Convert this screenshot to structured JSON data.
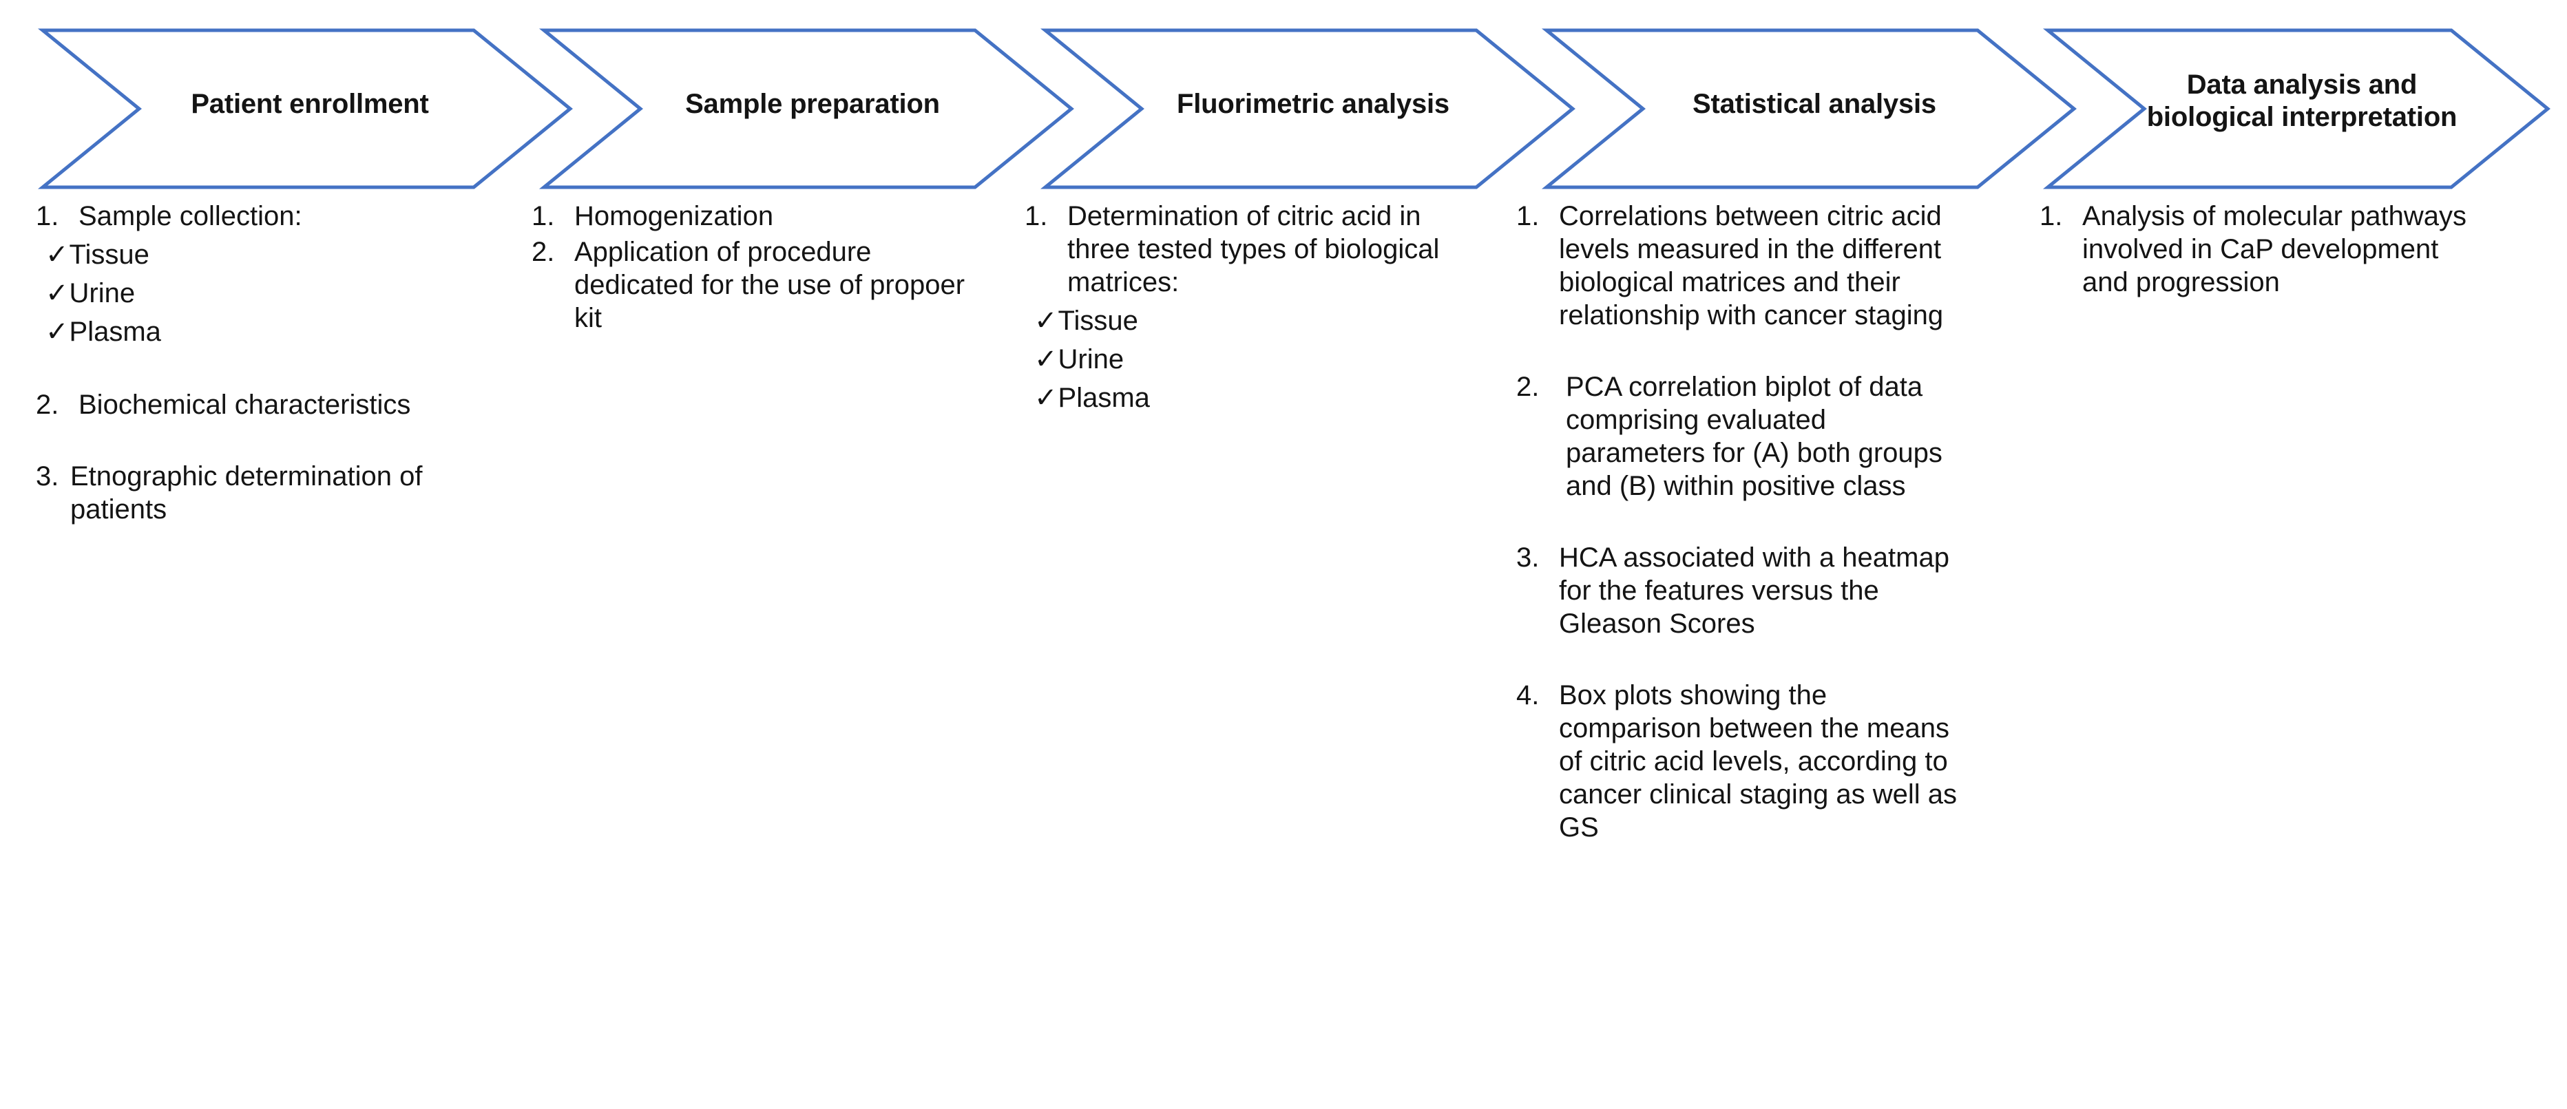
{
  "theme": {
    "accent_blue": "#4472C4",
    "text_color": "#141414",
    "background": "#ffffff"
  },
  "stages": [
    {
      "title": "Patient enrollment",
      "title_lines": [
        "Patient enrollment"
      ],
      "items": [
        {
          "num": "1.",
          "text": "Sample collection:"
        },
        {
          "num": "2.",
          "text": "Biochemical characteristics"
        },
        {
          "num": "3.",
          "text": "Etnographic determination of patients"
        }
      ],
      "checks": [
        "Tissue",
        "Urine",
        "Plasma"
      ]
    },
    {
      "title": "Sample preparation",
      "title_lines": [
        "Sample preparation"
      ],
      "items": [
        {
          "num": "1.",
          "text": "Homogenization"
        },
        {
          "num": "2.",
          "text": "Application of procedure dedicated for the use of propoer kit"
        }
      ],
      "checks": []
    },
    {
      "title": "Fluorimetric analysis",
      "title_lines": [
        "Fluorimetric analysis"
      ],
      "items": [
        {
          "num": "1.",
          "text": "Determination of citric acid in three tested types of biological matrices:"
        }
      ],
      "checks": [
        "Tissue",
        "Urine",
        "Plasma"
      ]
    },
    {
      "title": "Statistical analysis",
      "title_lines": [
        "Statistical analysis"
      ],
      "items": [
        {
          "num": "1.",
          "text": "Correlations between citric acid levels measured in the different biological matrices and their relationship with cancer staging"
        },
        {
          "num": "2.",
          "text": "PCA correlation biplot of data comprising evaluated parameters for (A) both groups and (B) within positive class"
        },
        {
          "num": "3.",
          "text": "HCA associated with a heatmap for the features versus the Gleason Scores"
        },
        {
          "num": "4.",
          "text": "Box plots showing the comparison between the means of citric acid levels, according to cancer clinical staging as well as GS"
        }
      ],
      "checks": []
    },
    {
      "title": "Data analysis and biological interpretation",
      "title_lines": [
        "Data analysis and",
        "biological interpretation"
      ],
      "items": [
        {
          "num": "1.",
          "text": "Analysis of molecular pathways involved in CaP development and progression"
        }
      ],
      "checks": []
    }
  ],
  "glyphs": {
    "check": "✓"
  }
}
